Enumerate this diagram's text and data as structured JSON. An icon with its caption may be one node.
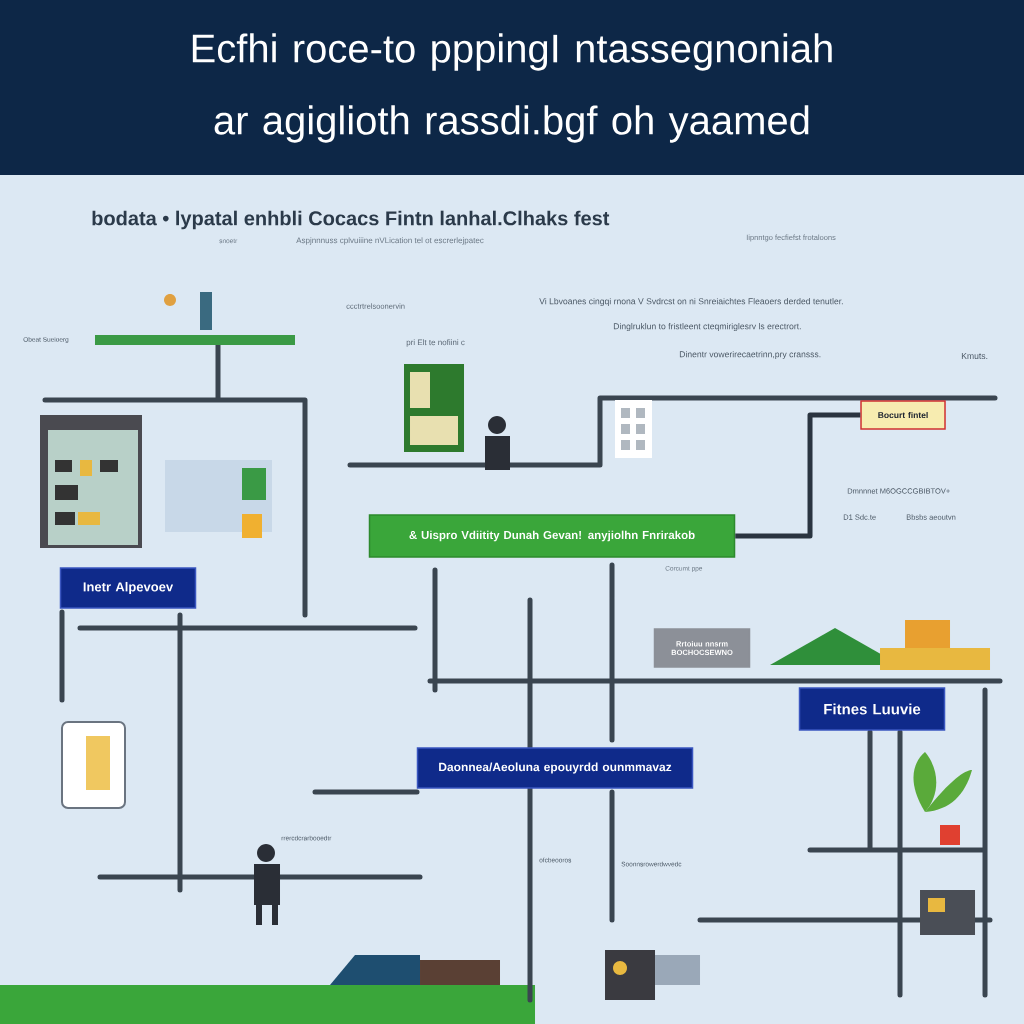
{
  "diagram": {
    "title": "Ecfhi roce-to pppingI ntassegnoniah ar agiglioth rassdi.bgf oh yaamed",
    "nodes": [
      {
        "text": [
          "Inetr Alpevoev"
        ]
      },
      {
        "text": [
          "& Uispro Vdiitity Dunah Gevan! anyjiolhn Fnrirakob"
        ]
      },
      {
        "text": [
          "Daonnea/Aeoluna epouyrdd ounmmavaz"
        ]
      },
      {
        "text": [
          "Fitnes Luuvie"
        ]
      },
      {
        "text": [
          "Bocurt fintel"
        ]
      },
      {
        "text": [
          "Rrtoiuu nnsrm BOCHOCSEWNO"
        ]
      }
    ],
    "edges": [
      {
        "from": 1,
        "to": 4,
        "arrow": "none"
      }
    ],
    "labels": [
      "bodata • lypatal enhbli Cocacs Fintn lanhal.Clhaks fest",
      "snoetr",
      "Aspjnnnuss cplvuiiine nVLication tel ot escrerlejpatec",
      "Iipnntgo fecfiefst frotaloons",
      "Obeat Sueioerg",
      "ccctrtrelsoonervin",
      "pri Elt te nofiini c",
      "Vi Lbvoanes cingqi rnona V Svdrcst on ni Snreiaichtes Fleaoers derded tenutler.",
      "Dinglruklun to fristleent cteqmiriglesrv ls erectrort.",
      "Dinentr vowerirecaetrinn,pry cransss.",
      "Kmuts.",
      "Dmnnnet M6OGCCGBIBTOV+",
      "D1 Sdc.te",
      "Bbsbs aeoutvn",
      "Corcumt ppe",
      "rrercdcrarbooedtr",
      "ofcbeooros",
      "Soonnsrowerdwvedc"
    ]
  }
}
